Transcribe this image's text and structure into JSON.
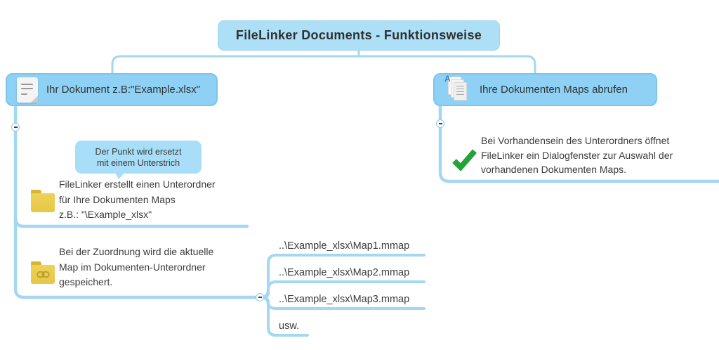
{
  "central_topic": "FileLinker Documents - Funktionsweise",
  "colors": {
    "main_topic_fill": "#8ed1f4",
    "main_topic_border": "#7cc5ec",
    "central_fill": "#ade0f7",
    "callout_fill": "#a8def7",
    "connector_line": "#a3d7f2",
    "text": "#3c3c3c",
    "folder_yellow": "#eccd52",
    "check_green": "#23a338"
  },
  "left_branch": {
    "topic": "Ihr Dokument z.B:\"Example.xlsx\"",
    "topic_icon": "document-icon",
    "callout": {
      "line1": "Der Punkt wird ersetzt",
      "line2": "mit einem Unterstrich"
    },
    "subtopic_folder": {
      "icon": "folder-icon",
      "line1": "FileLinker erstellt einen Unterordner",
      "line2": "für Ihre Dokumenten Maps",
      "line3": "z.B.: \"\\Example_xlsx\""
    },
    "subtopic_link": {
      "icon": "folder-link-icon",
      "line1": "Bei der Zuordnung wird die aktuelle",
      "line2": "Map im Dokumenten-Unterordner",
      "line3": "gespeichert."
    },
    "map_files": {
      "map1": "..\\Example_xlsx\\Map1.mmap",
      "map2": "..\\Example_xlsx\\Map2.mmap",
      "map3": "..\\Example_xlsx\\Map3.mmap",
      "more": "usw."
    }
  },
  "right_branch": {
    "topic": "Ihre Dokumenten Maps abrufen",
    "topic_icon": "documents-stack-icon",
    "stack_icon_letter": "A",
    "subtopic_check": {
      "icon": "check-icon",
      "line1": "Bei Vorhandensein des Unterordners öffnet",
      "line2": "FileLinker ein Dialogfenster zur Auswahl der",
      "line3": "vorhandenen Dokumenten Maps."
    }
  }
}
